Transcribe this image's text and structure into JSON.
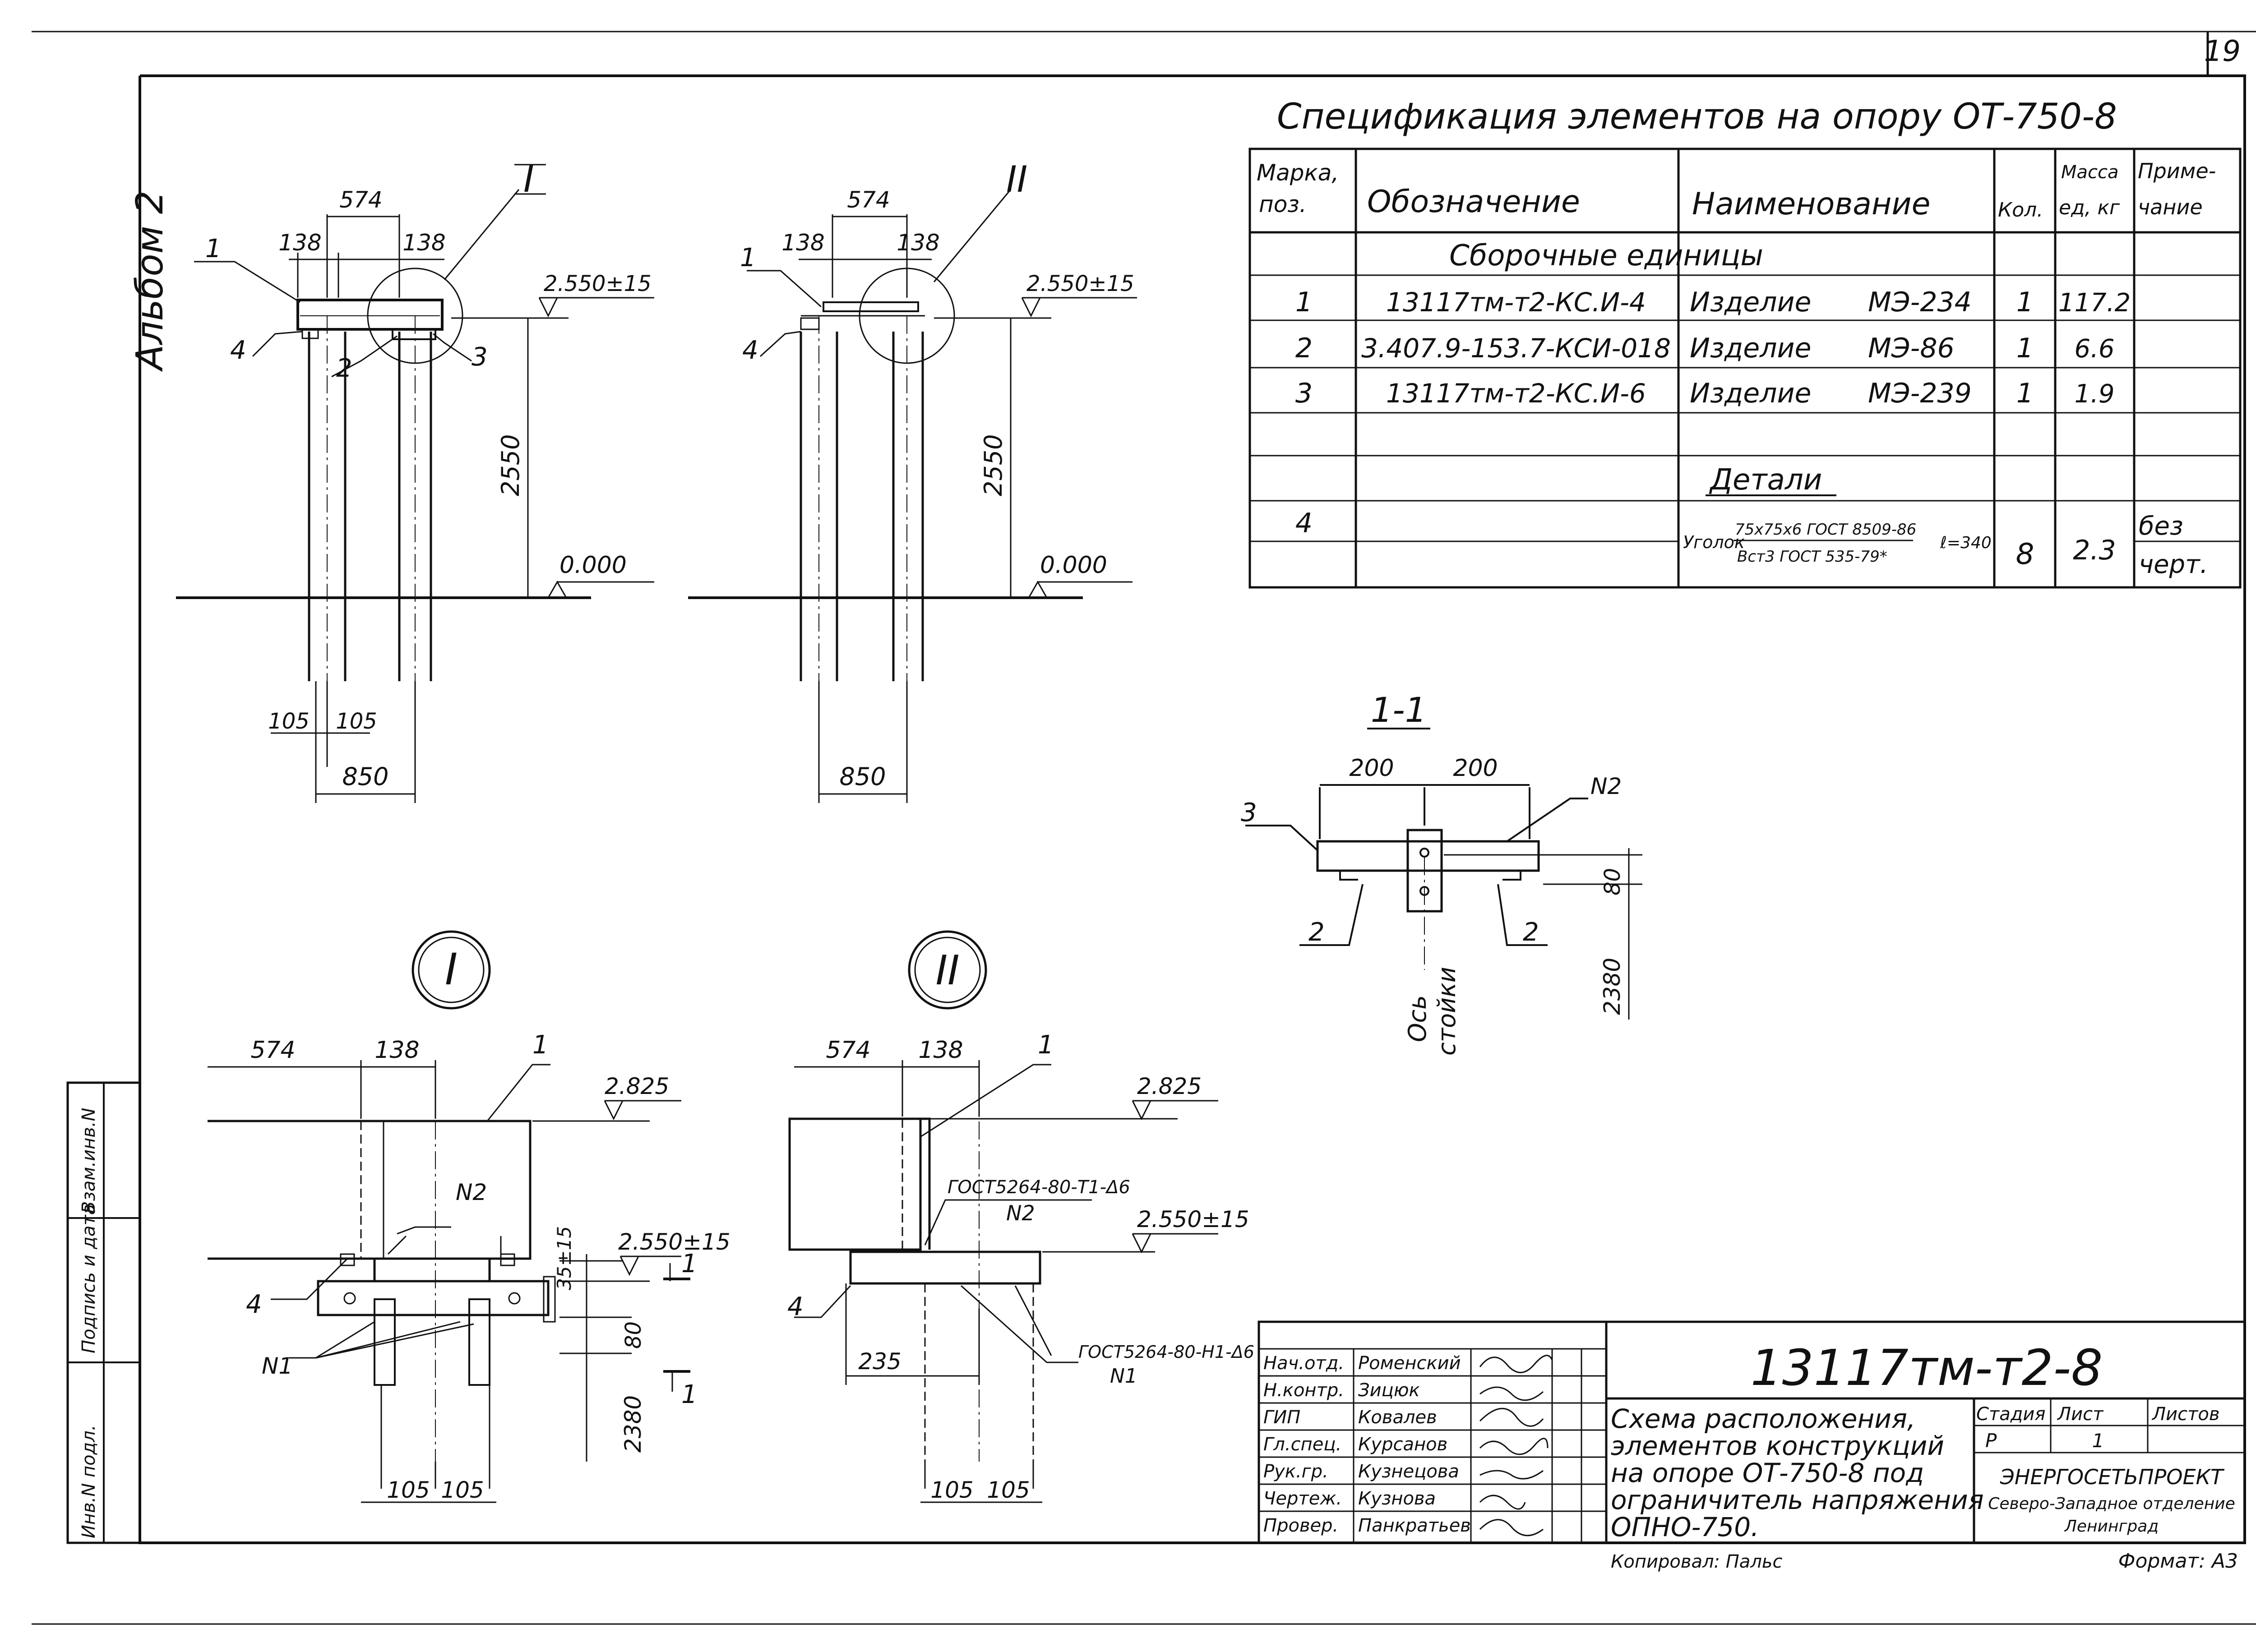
{
  "sheet_number": "19",
  "album_label": "Альбом 2",
  "spec": {
    "title": "Спецификация элементов на опору ОТ-750-8",
    "headers": {
      "mark": [
        "Марка,",
        "поз."
      ],
      "designation": "Обозначение",
      "name": "Наименование",
      "qty": "Кол.",
      "mass": [
        "Масса",
        "ед, кг"
      ],
      "note": [
        "Приме-",
        "чание"
      ]
    },
    "section_assembly": "Сборочные единицы",
    "rows": [
      {
        "mark": "1",
        "designation": "13117тм-т2-КС.И-4",
        "name": "Изделие",
        "code": "МЭ-234",
        "qty": "1",
        "mass": "117.2"
      },
      {
        "mark": "2",
        "designation": "3.407.9-153.7-КСИ-018",
        "name": "Изделие",
        "code": "МЭ-86",
        "qty": "1",
        "mass": "6.6"
      },
      {
        "mark": "3",
        "designation": "13117тм-т2-КС.И-6",
        "name": "Изделие",
        "code": "МЭ-239",
        "qty": "1",
        "mass": "1.9"
      }
    ],
    "section_details": "Детали",
    "detail": {
      "mark": "4",
      "name_prefix": "Уголок",
      "fraction_top": "75х75х6 ГОСТ 8509-86",
      "fraction_bottom": "Вст3 ГОСТ 535-79*",
      "length": "ℓ=340",
      "qty": "8",
      "mass": "2.3",
      "note_1": "без",
      "note_2": "черт."
    }
  },
  "view_left": {
    "dim_574": "574",
    "dim_138a": "138",
    "dim_138b": "138",
    "callout": "I",
    "level_top": "2.550±15",
    "height": "2550",
    "level_zero": "0.000",
    "dim_105a": "105",
    "dim_105b": "105",
    "dim_850": "850",
    "pos_1": "1",
    "pos_2": "2",
    "pos_3": "3",
    "pos_4": "4"
  },
  "view_right": {
    "dim_574": "574",
    "dim_138a": "138",
    "dim_138b": "138",
    "callout": "II",
    "level_top": "2.550±15",
    "height": "2550",
    "level_zero": "0.000",
    "dim_850": "850",
    "pos_1": "1",
    "pos_4": "4"
  },
  "section_1_1": {
    "title": "1-1",
    "dim_200a": "200",
    "dim_200b": "200",
    "weld": "N2",
    "pos_3": "3",
    "pos_2a": "2",
    "pos_2b": "2",
    "dim_80": "80",
    "dim_2380": "2380",
    "axis_label_1": "Ось",
    "axis_label_2": "стойки"
  },
  "detail_I": {
    "label": "I",
    "dim_574": "574",
    "dim_138": "138",
    "pos_1": "1",
    "level_top": "2.825",
    "weld_n2": "N2",
    "dim_35": "35±15",
    "level_mid": "2.550±15",
    "section_mark": "1",
    "section_mark_b": "1",
    "dim_80": "80",
    "dim_2380": "2380",
    "pos_4": "4",
    "weld_n1": "N1",
    "dim_105a": "105",
    "dim_105b": "105"
  },
  "detail_II": {
    "label": "II",
    "dim_574": "574",
    "dim_138": "138",
    "pos_1": "1",
    "level_top": "2.825",
    "weld_spec_top": "ГОСТ5264-80-Т1-Δ6",
    "weld_n2": "N2",
    "level_mid": "2.550±15",
    "pos_4": "4",
    "dim_235": "235",
    "weld_spec_bottom": "ГОСТ5264-80-Н1-Δ6",
    "weld_n1": "N1",
    "dim_105a": "105",
    "dim_105b": "105"
  },
  "title_block": {
    "doc_code": "13117тм-т2-8",
    "roles": [
      "Нач.отд.",
      "Н.контр.",
      "ГИП",
      "Гл.спец.",
      "Рук.гр.",
      "Чертеж.",
      "Провер."
    ],
    "names": [
      "Роменский",
      "Зицюк",
      "Ковалев",
      "Курсанов",
      "Кузнецова",
      "Кузнова",
      "Панкратьев"
    ],
    "description": [
      "Схема расположения,",
      "элементов конструкций",
      "на опоре ОТ-750-8 под",
      "ограничитель напряжения",
      "ОПНО-750."
    ],
    "stage_label": "Стадия",
    "sheet_label": "Лист",
    "sheets_label": "Листов",
    "stage": "Р",
    "sheet": "1",
    "org_1": "ЭНЕРГОСЕТЬПРОЕКТ",
    "org_2": "Северо-Западное отделение",
    "org_3": "Ленинград",
    "copied_by": "Копировал: Пальс",
    "format": "Формат: А3"
  },
  "side_stamp": [
    "Инв.N подл.",
    "Подпись и дата",
    "Взам.инв.N"
  ]
}
